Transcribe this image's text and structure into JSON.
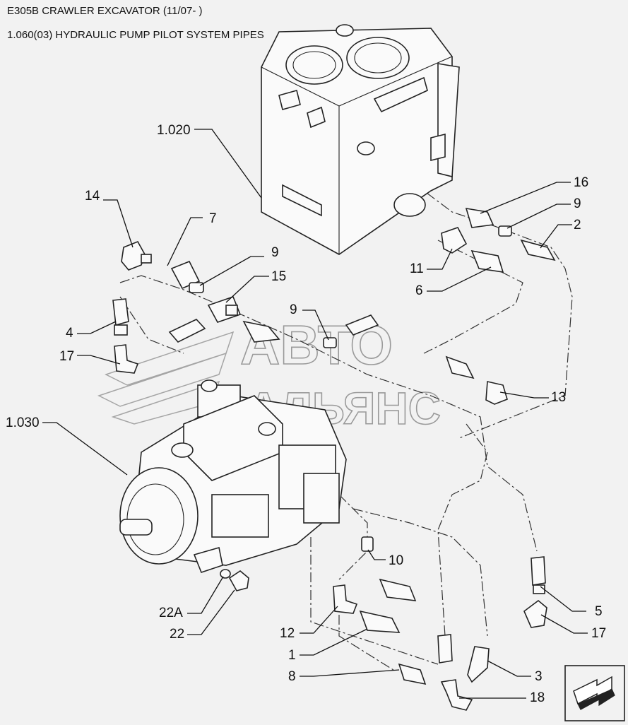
{
  "header": {
    "model_line": "E305B CRAWLER EXCAVATOR (11/07- )",
    "section_line": "1.060(03) HYDRAULIC PUMP PILOT SYSTEM PIPES"
  },
  "watermark": {
    "line1": "АВТО",
    "line2": "АЛЬЯНС"
  },
  "callouts": {
    "c1020": "1.020",
    "c1030": "1.030",
    "c14": "14",
    "c7": "7",
    "c9a": "9",
    "c15": "15",
    "c4": "4",
    "c17a": "17",
    "c9b": "9",
    "c16": "16",
    "c9c": "9",
    "c2": "2",
    "c11": "11",
    "c6": "6",
    "c13": "13",
    "c10": "10",
    "c5": "5",
    "c17b": "17",
    "c22a": "22A",
    "c22": "22",
    "c12": "12",
    "c1": "1",
    "c8": "8",
    "c3": "3",
    "c18": "18"
  },
  "colors": {
    "background": "#f2f2f2",
    "line": "#222222",
    "watermark": "#9a9a9a"
  }
}
